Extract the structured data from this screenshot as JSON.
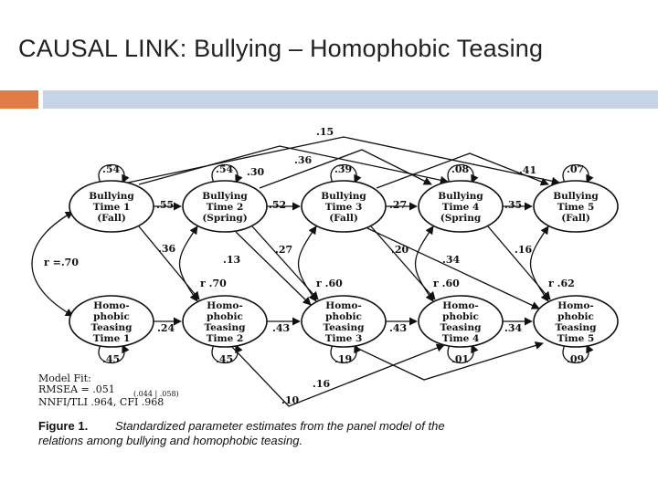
{
  "slide": {
    "title": "CAUSAL LINK: Bullying – Homophobic Teasing",
    "accent_color": "#e07b45",
    "bar_color": "#c7d3e6"
  },
  "diagram": {
    "bullying_nodes": [
      {
        "lines": [
          "Bullying",
          "Time 1",
          "(Fall)"
        ],
        "residual": ".54"
      },
      {
        "lines": [
          "Bullying",
          "Time 2",
          "(Spring)"
        ],
        "residual": ".54"
      },
      {
        "lines": [
          "Bullying",
          "Time 3",
          "(Fall)"
        ],
        "residual": ".39"
      },
      {
        "lines": [
          "Bullying",
          "Time 4",
          "(Spring"
        ],
        "residual": ".08"
      },
      {
        "lines": [
          "Bullying",
          "Time 5",
          "(Fall)"
        ],
        "residual": ".07"
      }
    ],
    "teasing_nodes": [
      {
        "lines": [
          "Homo-",
          "phobic",
          "Teasing",
          "Time 1"
        ],
        "residual": ".45"
      },
      {
        "lines": [
          "Homo-",
          "phobic",
          "Teasing",
          "Time 2"
        ],
        "residual": ".45"
      },
      {
        "lines": [
          "Homo-",
          "phobic",
          "Teasing",
          "Time 3"
        ],
        "residual": ".19"
      },
      {
        "lines": [
          "Homo-",
          "phobic",
          "Teasing",
          "Time 4"
        ],
        "residual": ".01"
      },
      {
        "lines": [
          "Homo-",
          "phobic",
          "Teasing",
          "Time 5"
        ],
        "residual": ".09"
      }
    ],
    "bullying_stability": [
      ".55",
      ".52",
      ".27",
      ".35"
    ],
    "teasing_stability": [
      ".24",
      ".43",
      ".43",
      ".34"
    ],
    "lag2_bullying": [
      ".30",
      ".41"
    ],
    "lag3_bullying": ".36",
    "lag4_bullying": ".15",
    "cross_lagged": [
      ".36",
      ".27",
      ".20",
      ".16"
    ],
    "cross_lagged_2": [
      ".13",
      ".34"
    ],
    "teasing_long": [
      ".16",
      ".10"
    ],
    "correlation_t1": "r =.70",
    "residual_correlations": [
      "r  .70",
      "r  .60",
      "r  .60",
      "r  .62"
    ],
    "fit": {
      "heading": "Model Fit:",
      "rmsea": "RMSEA = .051",
      "rmsea_ci": "(.044 | .058)",
      "nnfi": "NNFI/TLI    .964, CFI    .968"
    },
    "caption": {
      "label": "Figure 1.",
      "line1": "Standardized parameter estimates from the panel model of the",
      "line2": "relations among bullying and homophobic teasing."
    }
  }
}
